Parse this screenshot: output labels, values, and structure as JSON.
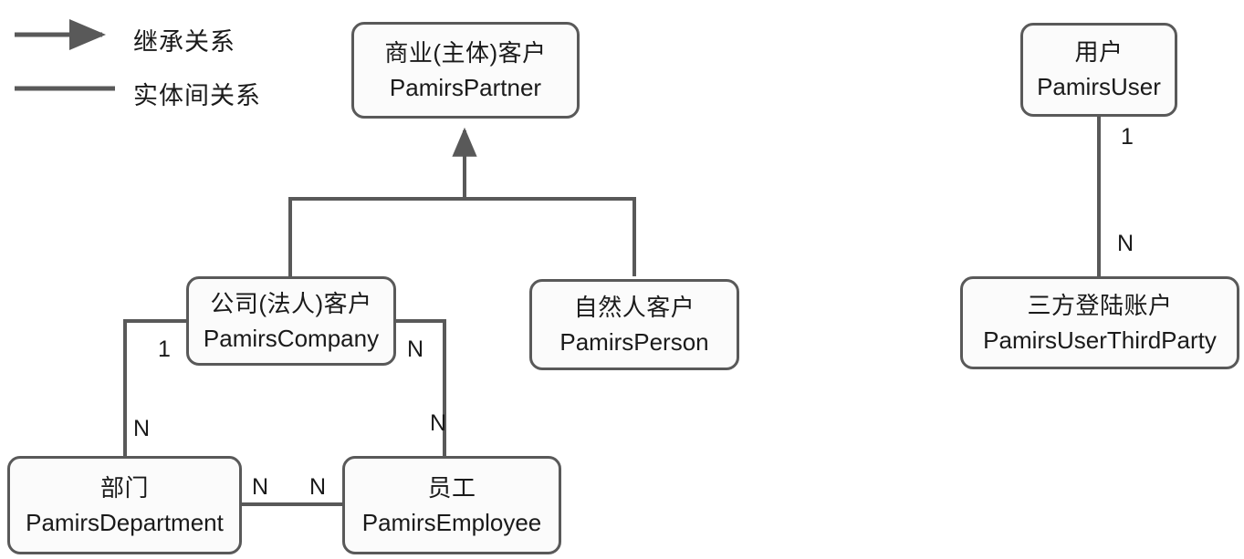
{
  "diagram": {
    "title_text": "",
    "stroke_color": "#595959",
    "node_fill": "#fbfbfb",
    "text_color": "#1a1a1a",
    "legend": [
      {
        "id": "inheritance",
        "icon": "arrow-right-icon",
        "label": "继承关系"
      },
      {
        "id": "entity-relation",
        "icon": "line-icon",
        "label": "实体间关系"
      }
    ],
    "nodes": [
      {
        "id": "partner",
        "cn": "商业(主体)客户",
        "en": "PamirsPartner"
      },
      {
        "id": "company",
        "cn": "公司(法人)客户",
        "en": "PamirsCompany"
      },
      {
        "id": "person",
        "cn": "自然人客户",
        "en": "PamirsPerson"
      },
      {
        "id": "department",
        "cn": "部门",
        "en": "PamirsDepartment"
      },
      {
        "id": "employee",
        "cn": "员工",
        "en": "PamirsEmployee"
      },
      {
        "id": "user",
        "cn": "用户",
        "en": "PamirsUser"
      },
      {
        "id": "thirdparty",
        "cn": "三方登陆账户",
        "en": "PamirsUserThirdParty"
      }
    ],
    "edges": [
      {
        "id": "company-to-partner",
        "type": "inheritance",
        "from": "company",
        "to": "partner",
        "from_label": "",
        "to_label": ""
      },
      {
        "id": "person-to-partner",
        "type": "inheritance",
        "from": "person",
        "to": "partner",
        "from_label": "",
        "to_label": ""
      },
      {
        "id": "company-department",
        "type": "relation",
        "from": "company",
        "to": "department",
        "from_label": "1",
        "to_label": "N"
      },
      {
        "id": "company-employee",
        "type": "relation",
        "from": "company",
        "to": "employee",
        "from_label": "N",
        "to_label": "N"
      },
      {
        "id": "department-employee",
        "type": "relation",
        "from": "department",
        "to": "employee",
        "from_label": "N",
        "to_label": "N"
      },
      {
        "id": "user-thirdparty",
        "type": "relation",
        "from": "user",
        "to": "thirdparty",
        "from_label": "1",
        "to_label": "N"
      }
    ],
    "edge_labels": {
      "company_dept_one": "1",
      "dept_many": "N",
      "company_emp_many": "N",
      "emp_many": "N",
      "dept_side_many": "N",
      "emp_side_many": "N",
      "user_one": "1",
      "thirdparty_many": "N"
    }
  }
}
